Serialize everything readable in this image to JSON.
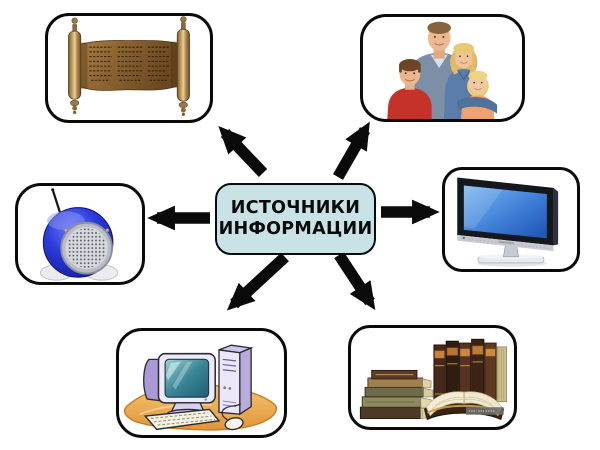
{
  "page": {
    "background_color": "#ffffff"
  },
  "center_box": {
    "label_line1": "ИСТОЧНИКИ",
    "label_line2": "ИНФОРМАЦИИ",
    "background_color": "#c9e2e6",
    "border_color": "#0a0a0a",
    "text_color": "#0a0a0a"
  },
  "arrows": {
    "color": "#0a0a0a",
    "items": [
      {
        "to": "scroll",
        "direction": "up-left"
      },
      {
        "to": "family",
        "direction": "up-right"
      },
      {
        "to": "radio",
        "direction": "left"
      },
      {
        "to": "tv",
        "direction": "right"
      },
      {
        "to": "computer",
        "direction": "down-left"
      },
      {
        "to": "books",
        "direction": "down-right"
      }
    ]
  },
  "nodes": [
    {
      "id": "scroll",
      "icon": "scroll-image",
      "position": "top-left"
    },
    {
      "id": "family",
      "icon": "family-photo-image",
      "position": "top-right"
    },
    {
      "id": "radio",
      "icon": "radio-image",
      "position": "middle-left"
    },
    {
      "id": "tv",
      "icon": "tv-image",
      "position": "middle-right"
    },
    {
      "id": "computer",
      "icon": "computer-image",
      "position": "bottom-left"
    },
    {
      "id": "books",
      "icon": "books-image",
      "position": "bottom-right"
    }
  ]
}
